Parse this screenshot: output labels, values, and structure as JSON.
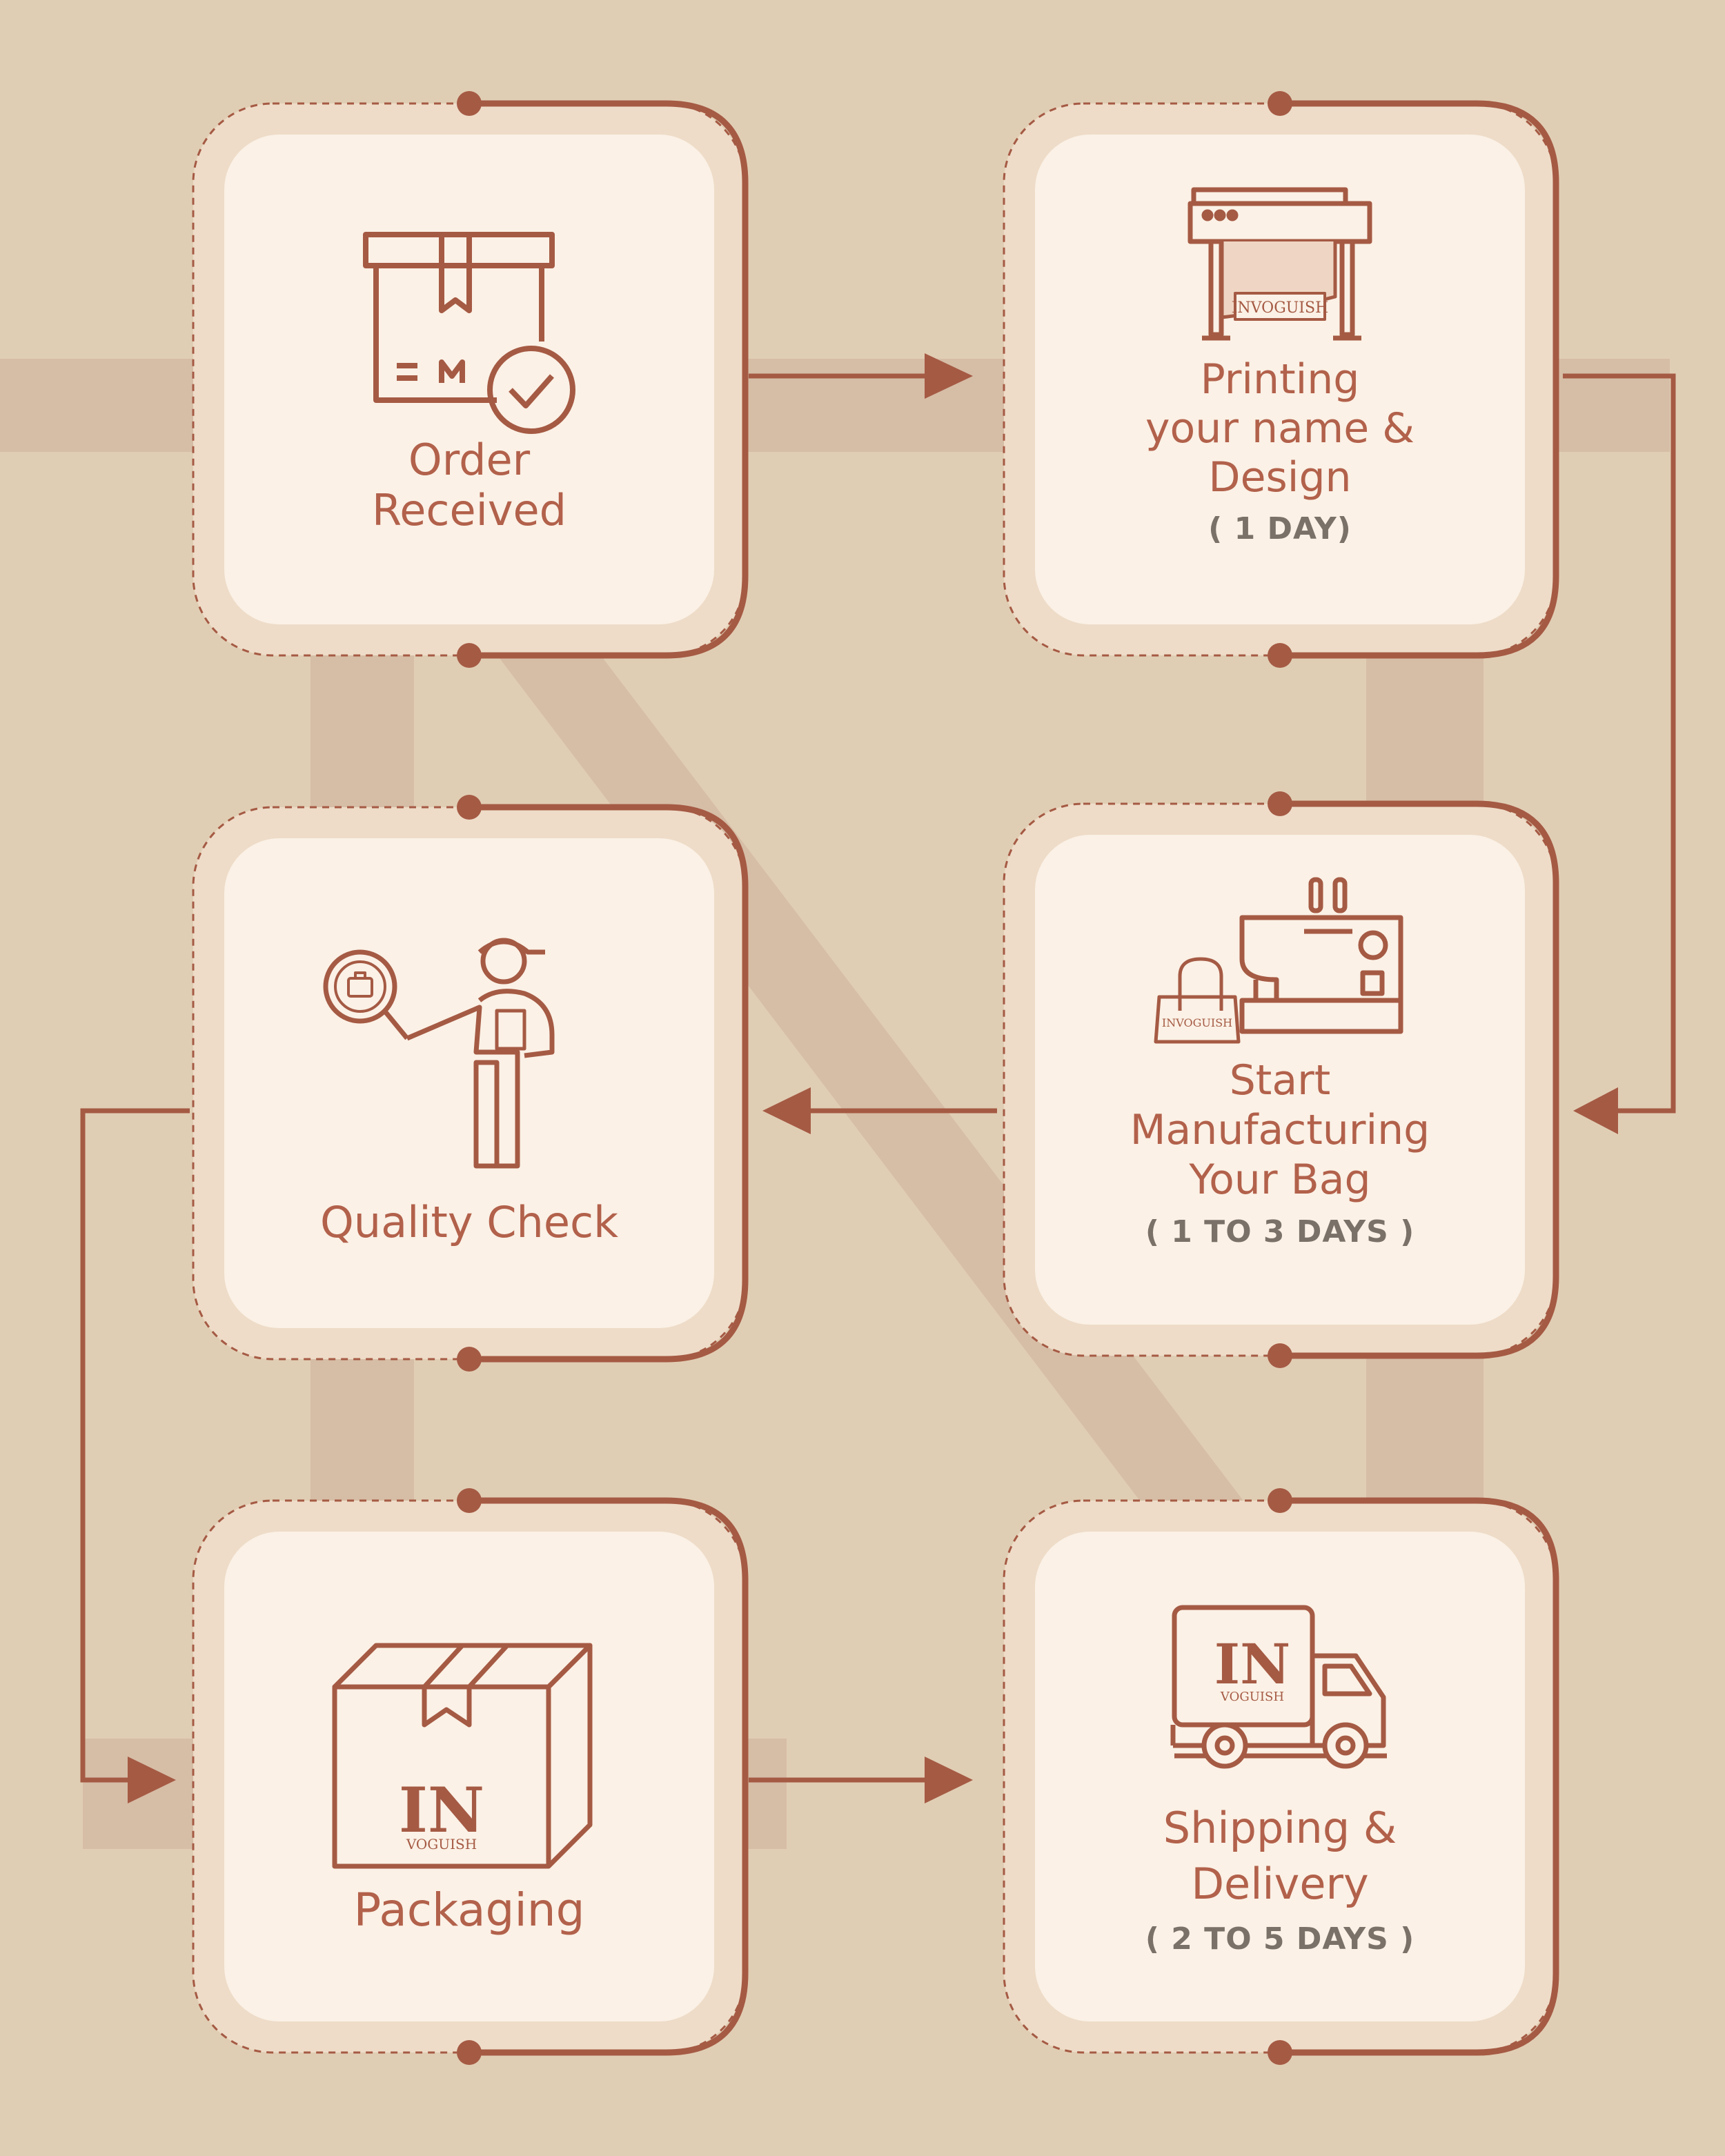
{
  "brand": {
    "watermark_letter": "N",
    "printer_label": "INVOGUISH",
    "bag_label": "INVOGUISH",
    "logo_letters": "IN",
    "logo_wordmark": "VOGUISH"
  },
  "colors": {
    "background": "#e0ceb4",
    "watermark": "#d6bda6",
    "card_fill": "#fbf1e6",
    "card_halo": "#eedcc8",
    "accent": "#a55a44",
    "text": "#b2614b",
    "duration_text": "#7a7169"
  },
  "steps": [
    {
      "id": "order-received",
      "title": "Order\nReceived",
      "duration": "",
      "icon": "box-check-icon"
    },
    {
      "id": "printing",
      "title": "Printing\nyour name &\nDesign",
      "duration": "( 1 DAY)",
      "icon": "printer-icon"
    },
    {
      "id": "manufacturing",
      "title": "Start\nManufacturing\nYour Bag",
      "duration": "( 1 TO 3 DAYS )",
      "icon": "sewing-machine-icon"
    },
    {
      "id": "quality-check",
      "title": "Quality Check",
      "duration": "",
      "icon": "inspector-icon"
    },
    {
      "id": "packaging",
      "title": "Packaging",
      "duration": "",
      "icon": "package-icon"
    },
    {
      "id": "shipping",
      "title": "Shipping &\nDelivery",
      "duration": "(  2 TO 5 DAYS )",
      "icon": "delivery-truck-icon"
    }
  ],
  "flow": [
    [
      "order-received",
      "printing"
    ],
    [
      "printing",
      "manufacturing"
    ],
    [
      "manufacturing",
      "quality-check"
    ],
    [
      "quality-check",
      "packaging"
    ],
    [
      "packaging",
      "shipping"
    ]
  ]
}
